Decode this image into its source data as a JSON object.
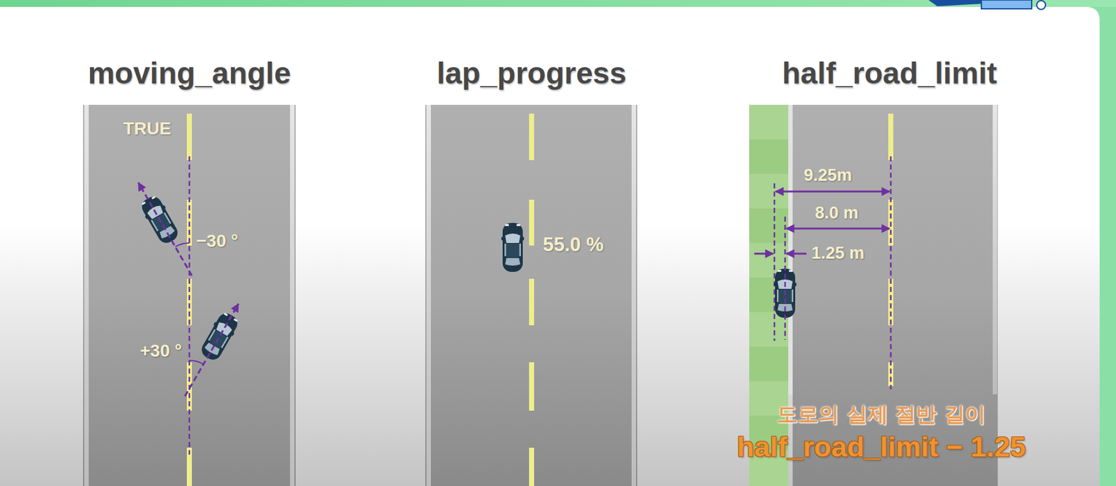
{
  "diagram": {
    "nodes": [
      {
        "text": [
          "moving_angle"
        ]
      },
      {
        "text": [
          "lap_progress"
        ]
      },
      {
        "text": [
          "half_road_limit"
        ]
      }
    ],
    "labels": [
      "TRUE",
      "−30 °",
      "+30 °",
      "55.0 %",
      "9.25m",
      "8.0 m",
      "1.25 m",
      "도로의 실제 절반 길이",
      "half_road_limit − 1.25"
    ]
  }
}
